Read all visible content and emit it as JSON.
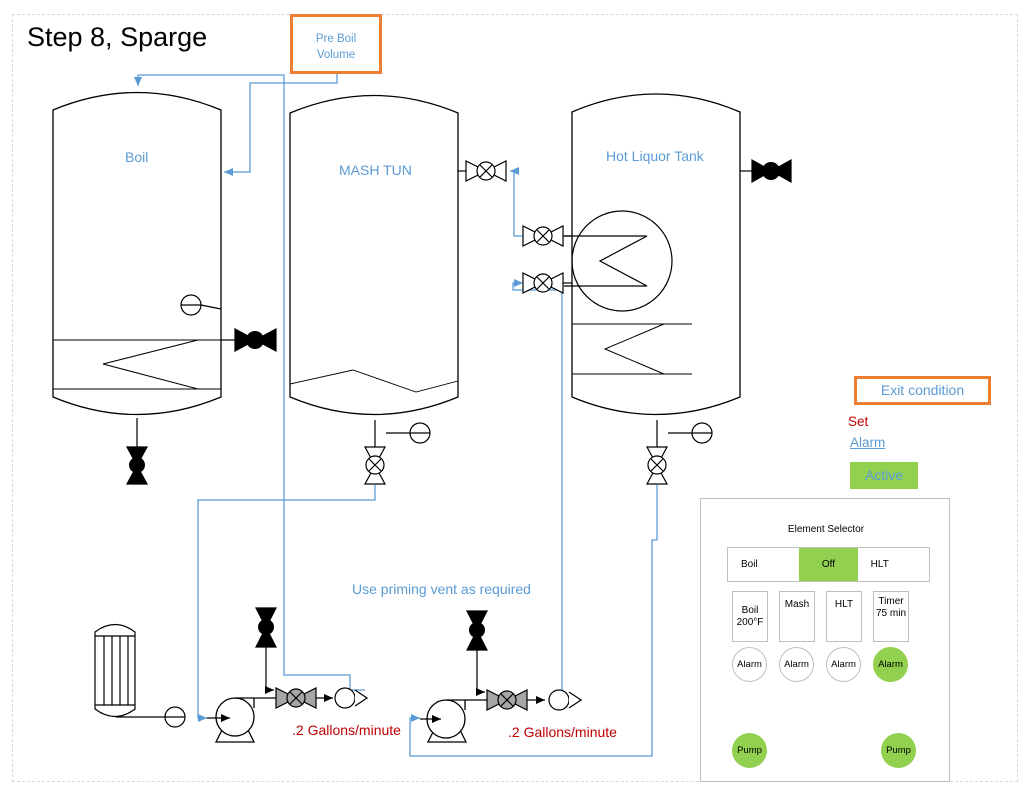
{
  "title": "Step 8, Sparge",
  "pre_boil_volume": {
    "line1": "Pre Boil",
    "line2": "Volume"
  },
  "vessels": {
    "boil": "Boil",
    "mash_tun": "MASH TUN",
    "hlt": "Hot Liquor Tank"
  },
  "priming_note": "Use priming vent as required",
  "flow_rates": {
    "pump1": ".2 Gallons/minute",
    "pump2": ".2 Gallons/minute"
  },
  "exit_condition": "Exit condition",
  "legend": {
    "set": "Set",
    "alarm": "Alarm",
    "active": "Active"
  },
  "colors": {
    "accent_blue": "#5b9bd5",
    "highlight_orange": "#ed7d31",
    "active_green": "#92d050",
    "set_red": "#c00000"
  },
  "panel": {
    "title": "Element Selector",
    "selector": {
      "options": [
        "Boil",
        "Off",
        "HLT"
      ],
      "selected": "Off"
    },
    "elements": [
      {
        "line1": "Boil",
        "line2": "200°F"
      },
      {
        "line1": "Mash",
        "line2": ""
      },
      {
        "line1": "HLT",
        "line2": ""
      },
      {
        "line1": "Timer",
        "line2": "75 min"
      }
    ],
    "alarms": [
      "Alarm",
      "Alarm",
      "Alarm",
      "Alarm"
    ],
    "active_alarm_index": 3,
    "pumps": [
      "Pump",
      "Pump"
    ]
  }
}
